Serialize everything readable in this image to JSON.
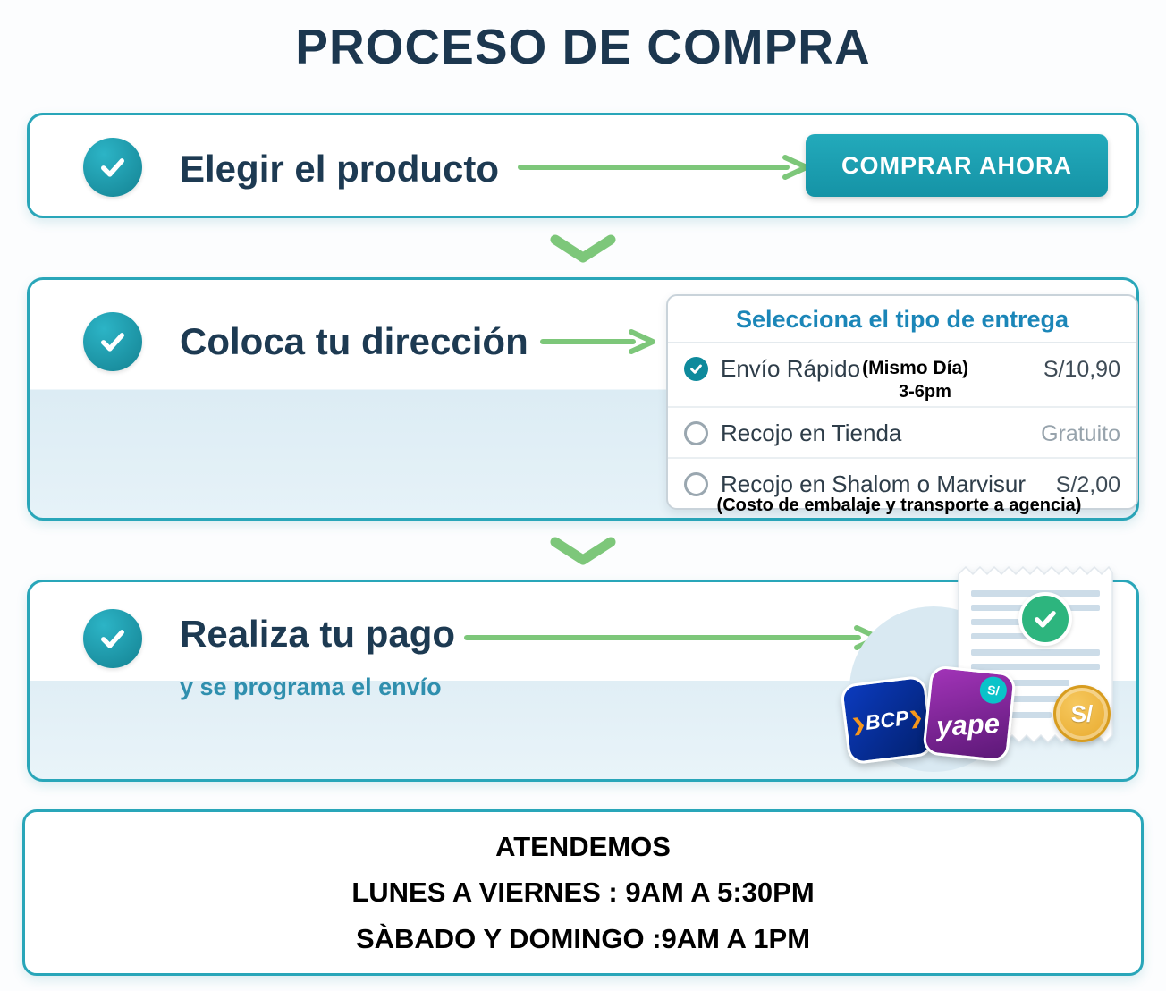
{
  "title": "PROCESO DE COMPRA",
  "steps": [
    {
      "label": "Elegir el producto",
      "button_label": "COMPRAR AHORA"
    },
    {
      "label": "Coloca tu dirección",
      "panel": {
        "heading": "Selecciona el tipo de entrega",
        "options": [
          {
            "label": "Envío Rápido",
            "annotation": "(Mismo Día)",
            "annotation2": "3-6pm",
            "price": "S/10,90",
            "selected": true
          },
          {
            "label": "Recojo en Tienda",
            "price": "Gratuito",
            "selected": false
          },
          {
            "label": "Recojo en Shalom o Marvisur",
            "price": "S/2,00",
            "selected": false
          }
        ],
        "footnote": "(Costo de embalaje y transporte a agencia)"
      }
    },
    {
      "label": "Realiza tu pago",
      "sublabel": "y se programa el envío",
      "payment": {
        "bcp_prefix": "❯",
        "bcp_text": "BCP",
        "bcp_suffix": "❯",
        "yape_text": "yape",
        "yape_badge": "S/",
        "coin_text": "S/"
      }
    }
  ],
  "footer": {
    "line1": "ATENDEMOS",
    "line2": "LUNES A VIERNES : 9AM A 5:30PM",
    "line3": "SÀBADO Y DOMINGO :9AM A 1PM"
  },
  "icons": {
    "step_check": "✓",
    "chevron_down": "⌄",
    "arrow_right": "→",
    "radio_checked": "●",
    "radio_unchecked": "○",
    "receipt_check": "✓"
  },
  "colors": {
    "accent_teal": "#1b9cab",
    "border_teal": "#29a6b9",
    "arrow_green": "#7dc77a",
    "title_navy": "#1c374f",
    "panel_heading_blue": "#1b86b8",
    "success_green": "#2db57e",
    "bcp_blue": "#02268c",
    "yape_purple": "#7a1f8e",
    "yape_teal": "#0ac3c9",
    "coin_gold": "#f0b53e"
  }
}
